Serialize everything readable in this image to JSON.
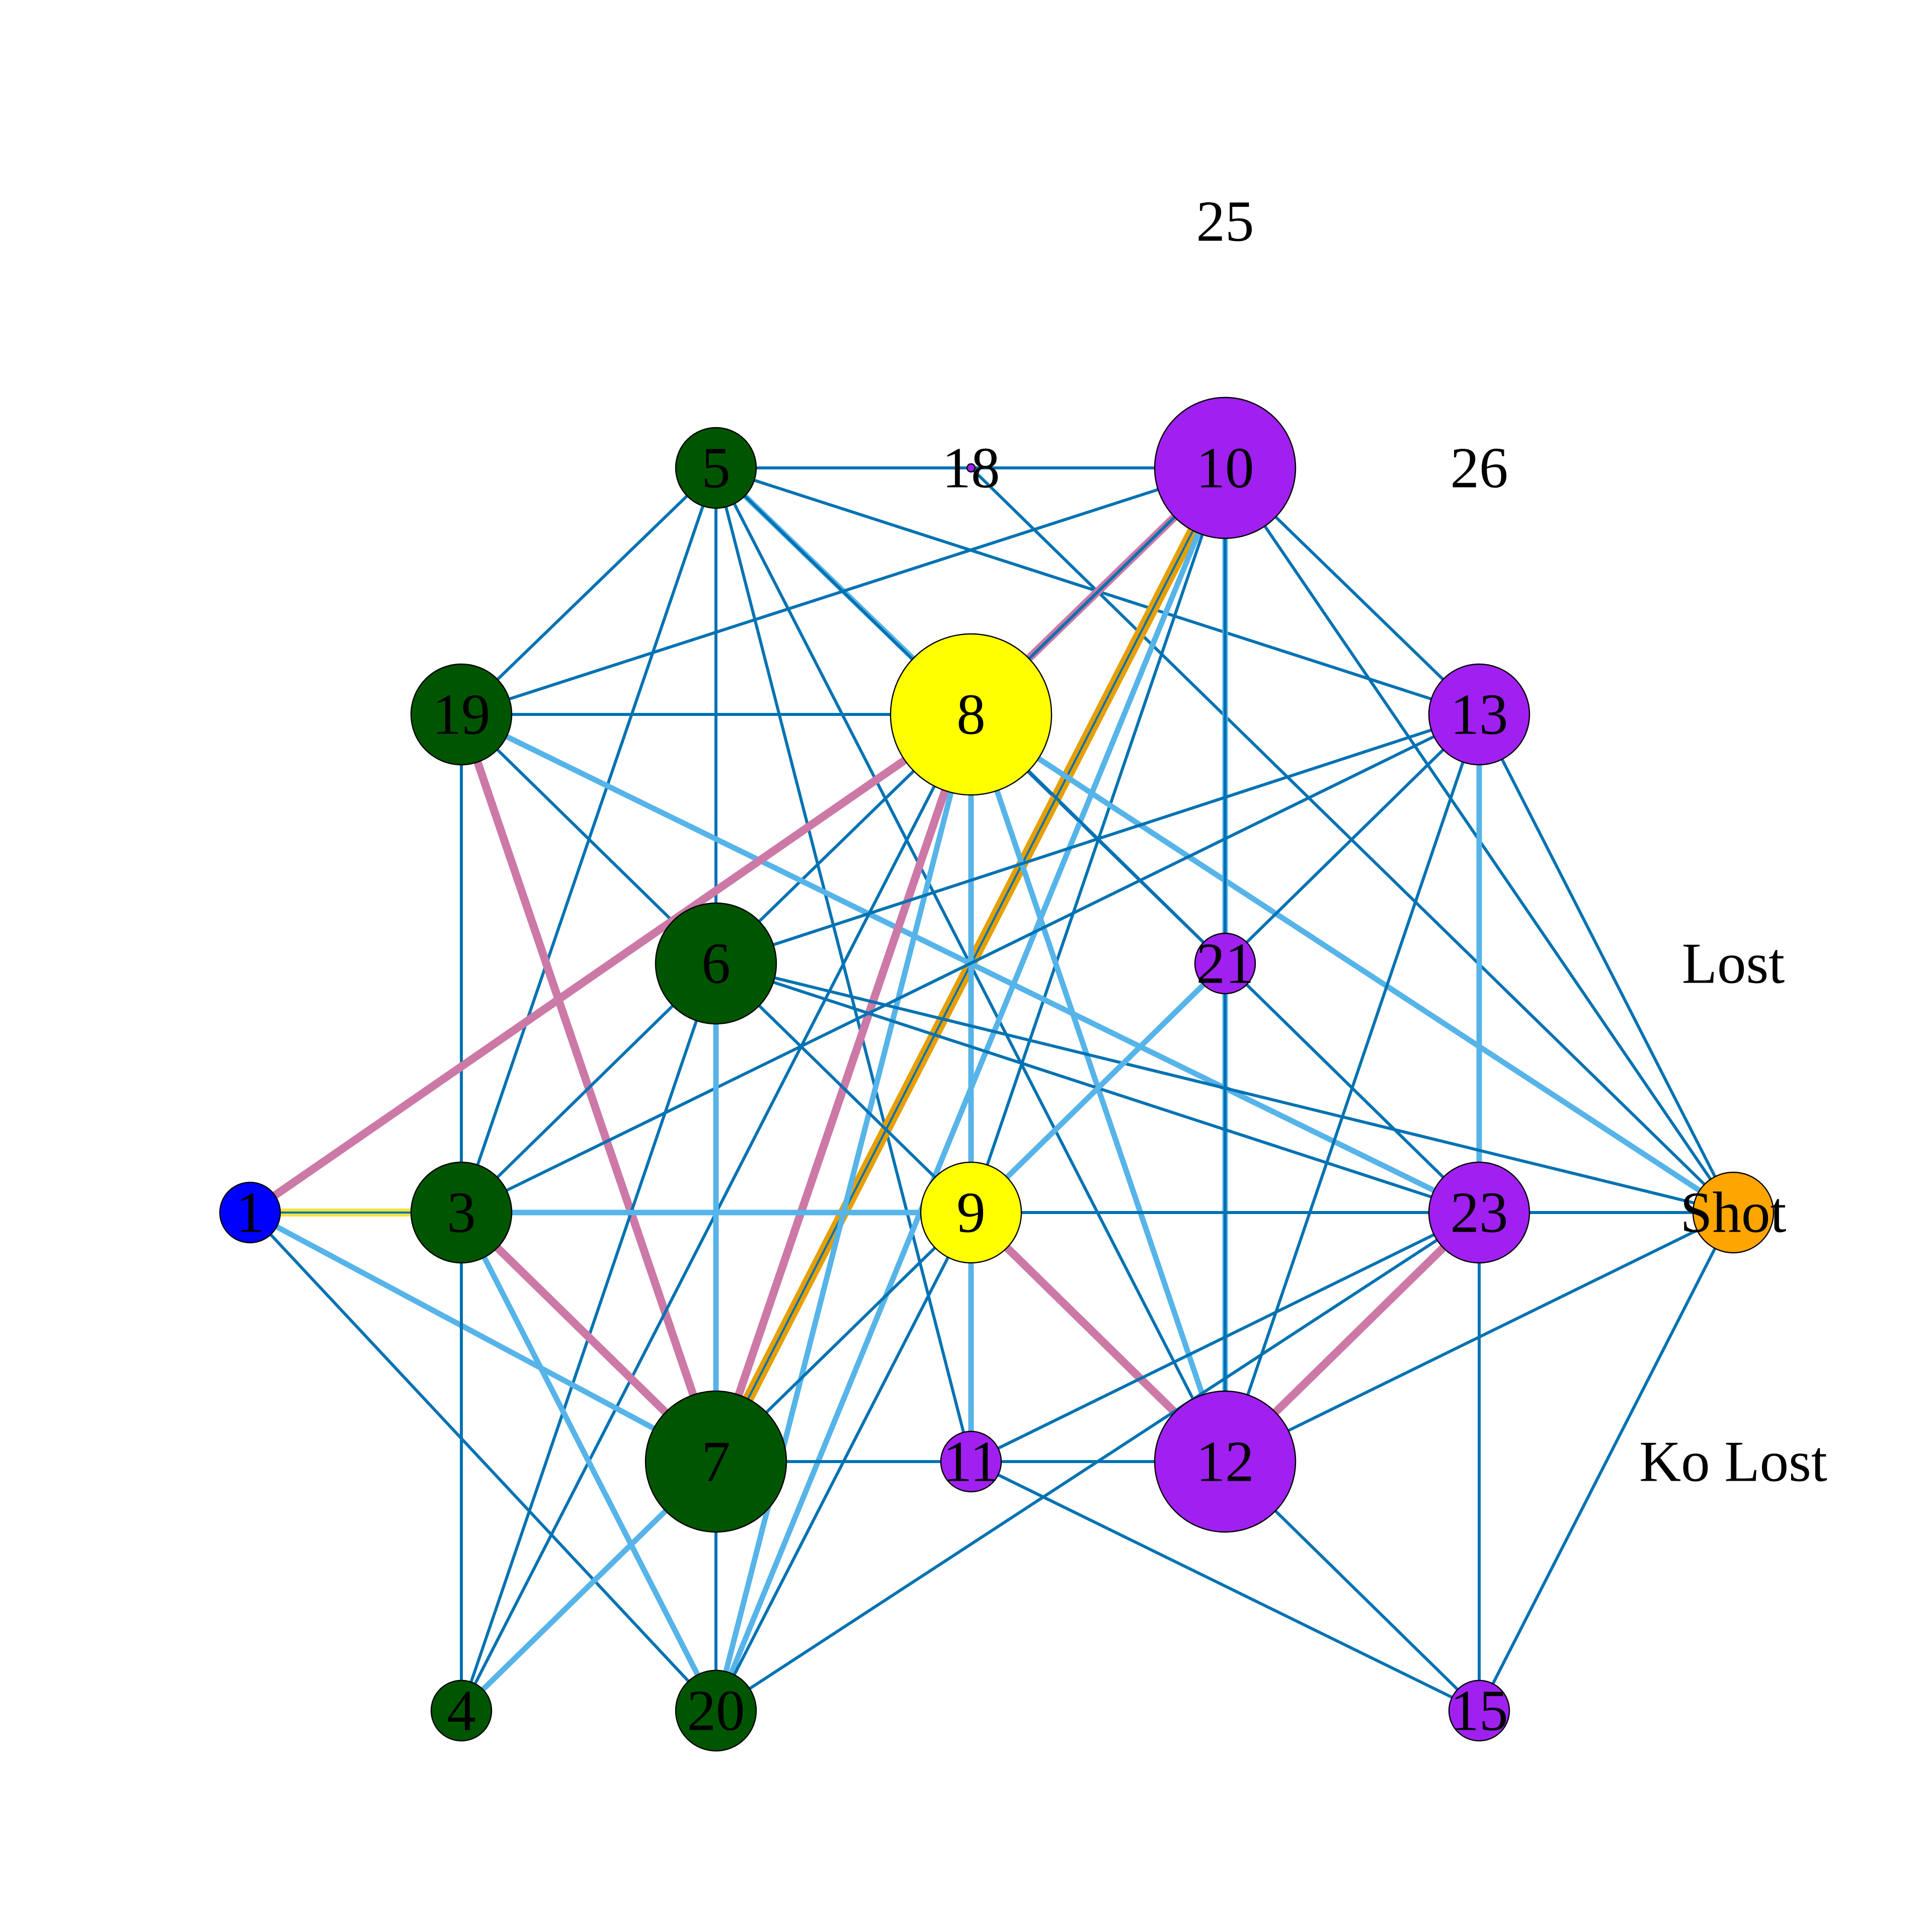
{
  "colors": {
    "green": "#005500",
    "purple": "#a020f0",
    "yellow": "#ffff00",
    "blue": "#0000ff",
    "orange": "#ffa500",
    "edge_dark": "#0072b2",
    "edge_light": "#56b4e9",
    "edge_pink": "#cc79a7",
    "edge_orange": "#e69f00",
    "edge_yellow": "#f0e442"
  },
  "nodes": [
    {
      "id": "1",
      "label": "1",
      "color": "blue",
      "size": 1
    },
    {
      "id": "3",
      "label": "3",
      "color": "green",
      "size": 3
    },
    {
      "id": "4",
      "label": "4",
      "color": "green",
      "size": 1
    },
    {
      "id": "5",
      "label": "5",
      "color": "green",
      "size": 2
    },
    {
      "id": "6",
      "label": "6",
      "color": "green",
      "size": 4
    },
    {
      "id": "7",
      "label": "7",
      "color": "green",
      "size": 5
    },
    {
      "id": "19",
      "label": "19",
      "color": "green",
      "size": 3
    },
    {
      "id": "20",
      "label": "20",
      "color": "green",
      "size": 2
    },
    {
      "id": "8",
      "label": "8",
      "color": "yellow",
      "size": 6
    },
    {
      "id": "9",
      "label": "9",
      "color": "yellow",
      "size": 3
    },
    {
      "id": "10",
      "label": "10",
      "color": "purple",
      "size": 5
    },
    {
      "id": "11",
      "label": "11",
      "color": "purple",
      "size": 1
    },
    {
      "id": "12",
      "label": "12",
      "color": "purple",
      "size": 5
    },
    {
      "id": "13",
      "label": "13",
      "color": "purple",
      "size": 3
    },
    {
      "id": "15",
      "label": "15",
      "color": "purple",
      "size": 1
    },
    {
      "id": "18",
      "label": "18",
      "color": "purple",
      "size": 0.1
    },
    {
      "id": "21",
      "label": "21",
      "color": "purple",
      "size": 1
    },
    {
      "id": "23",
      "label": "23",
      "color": "purple",
      "size": 3
    },
    {
      "id": "25",
      "label": "25",
      "color": null,
      "size": 0
    },
    {
      "id": "26",
      "label": "26",
      "color": null,
      "size": 0
    },
    {
      "id": "Lost",
      "label": "Lost",
      "color": null,
      "size": 0
    },
    {
      "id": "Shot",
      "label": "Shot",
      "color": "orange",
      "size": 2
    },
    {
      "id": "KoLost",
      "label": "Ko Lost",
      "color": null,
      "size": 0
    }
  ],
  "edges": [
    {
      "source": "5",
      "target": "10",
      "style": "dark",
      "weight": 1
    },
    {
      "source": "5",
      "target": "19",
      "style": "dark",
      "weight": 1
    },
    {
      "source": "5",
      "target": "3",
      "style": "dark",
      "weight": 1
    },
    {
      "source": "5",
      "target": "6",
      "style": "dark",
      "weight": 1
    },
    {
      "source": "5",
      "target": "8",
      "style": "light",
      "weight": 2
    },
    {
      "source": "5",
      "target": "13",
      "style": "dark",
      "weight": 1
    },
    {
      "source": "5",
      "target": "21",
      "style": "dark",
      "weight": 1
    },
    {
      "source": "5",
      "target": "11",
      "style": "dark",
      "weight": 1
    },
    {
      "source": "5",
      "target": "12",
      "style": "dark",
      "weight": 1
    },
    {
      "source": "5",
      "target": "20",
      "style": "dark",
      "weight": 1
    },
    {
      "source": "18",
      "target": "Shot",
      "style": "dark",
      "weight": 1
    },
    {
      "source": "10",
      "target": "19",
      "style": "dark",
      "weight": 1
    },
    {
      "source": "10",
      "target": "8",
      "style": "pink",
      "weight": 3
    },
    {
      "source": "10",
      "target": "13",
      "style": "dark",
      "weight": 1
    },
    {
      "source": "10",
      "target": "12",
      "style": "light",
      "weight": 2
    },
    {
      "source": "10",
      "target": "7",
      "style": "orange",
      "weight": 4
    },
    {
      "source": "10",
      "target": "9",
      "style": "dark",
      "weight": 1
    },
    {
      "source": "10",
      "target": "20",
      "style": "light",
      "weight": 2
    },
    {
      "source": "10",
      "target": "6",
      "style": "dark",
      "weight": 1
    },
    {
      "source": "10",
      "target": "Shot",
      "style": "dark",
      "weight": 1
    },
    {
      "source": "19",
      "target": "8",
      "style": "dark",
      "weight": 1
    },
    {
      "source": "19",
      "target": "3",
      "style": "dark",
      "weight": 1
    },
    {
      "source": "19",
      "target": "6",
      "style": "dark",
      "weight": 2
    },
    {
      "source": "19",
      "target": "7",
      "style": "pink",
      "weight": 3
    },
    {
      "source": "19",
      "target": "23",
      "style": "light",
      "weight": 2
    },
    {
      "source": "8",
      "target": "1",
      "style": "pink",
      "weight": 3
    },
    {
      "source": "8",
      "target": "7",
      "style": "pink",
      "weight": 3
    },
    {
      "source": "8",
      "target": "9",
      "style": "light",
      "weight": 2
    },
    {
      "source": "8",
      "target": "12",
      "style": "light",
      "weight": 2
    },
    {
      "source": "8",
      "target": "Shot",
      "style": "light",
      "weight": 2
    },
    {
      "source": "8",
      "target": "4",
      "style": "dark",
      "weight": 1
    },
    {
      "source": "8",
      "target": "20",
      "style": "light",
      "weight": 2
    },
    {
      "source": "8",
      "target": "21",
      "style": "dark",
      "weight": 1
    },
    {
      "source": "13",
      "target": "3",
      "style": "dark",
      "weight": 1
    },
    {
      "source": "13",
      "target": "6",
      "style": "dark",
      "weight": 1
    },
    {
      "source": "13",
      "target": "21",
      "style": "dark",
      "weight": 2
    },
    {
      "source": "13",
      "target": "23",
      "style": "light",
      "weight": 2
    },
    {
      "source": "13",
      "target": "12",
      "style": "dark",
      "weight": 1
    },
    {
      "source": "13",
      "target": "Shot",
      "style": "dark",
      "weight": 1
    },
    {
      "source": "6",
      "target": "3",
      "style": "dark",
      "weight": 1
    },
    {
      "source": "6",
      "target": "7",
      "style": "light",
      "weight": 2
    },
    {
      "source": "6",
      "target": "9",
      "style": "dark",
      "weight": 2
    },
    {
      "source": "6",
      "target": "23",
      "style": "dark",
      "weight": 1
    },
    {
      "source": "6",
      "target": "Shot",
      "style": "dark",
      "weight": 1
    },
    {
      "source": "6",
      "target": "4",
      "style": "dark",
      "weight": 1
    },
    {
      "source": "21",
      "target": "9",
      "style": "light",
      "weight": 2
    },
    {
      "source": "21",
      "target": "12",
      "style": "dark",
      "weight": 2
    },
    {
      "source": "21",
      "target": "23",
      "style": "dark",
      "weight": 1
    },
    {
      "source": "1",
      "target": "3",
      "style": "yellow",
      "weight": 3
    },
    {
      "source": "1",
      "target": "7",
      "style": "light",
      "weight": 2
    },
    {
      "source": "1",
      "target": "20",
      "style": "dark",
      "weight": 1
    },
    {
      "source": "3",
      "target": "9",
      "style": "light",
      "weight": 2
    },
    {
      "source": "3",
      "target": "7",
      "style": "pink",
      "weight": 3
    },
    {
      "source": "3",
      "target": "20",
      "style": "light",
      "weight": 2
    },
    {
      "source": "3",
      "target": "4",
      "style": "dark",
      "weight": 1
    },
    {
      "source": "9",
      "target": "23",
      "style": "dark",
      "weight": 2
    },
    {
      "source": "9",
      "target": "12",
      "style": "pink",
      "weight": 2
    },
    {
      "source": "9",
      "target": "11",
      "style": "light",
      "weight": 2
    },
    {
      "source": "9",
      "target": "20",
      "style": "dark",
      "weight": 1
    },
    {
      "source": "23",
      "target": "Shot",
      "style": "dark",
      "weight": 1
    },
    {
      "source": "23",
      "target": "12",
      "style": "pink",
      "weight": 3
    },
    {
      "source": "23",
      "target": "15",
      "style": "dark",
      "weight": 1
    },
    {
      "source": "23",
      "target": "11",
      "style": "dark",
      "weight": 1
    },
    {
      "source": "23",
      "target": "20",
      "style": "dark",
      "weight": 1
    },
    {
      "source": "Shot",
      "target": "12",
      "style": "dark",
      "weight": 1
    },
    {
      "source": "Shot",
      "target": "15",
      "style": "dark",
      "weight": 1
    },
    {
      "source": "7",
      "target": "11",
      "style": "dark",
      "weight": 1
    },
    {
      "source": "7",
      "target": "4",
      "style": "light",
      "weight": 2
    },
    {
      "source": "7",
      "target": "20",
      "style": "dark",
      "weight": 1
    },
    {
      "source": "7",
      "target": "9",
      "style": "dark",
      "weight": 1
    },
    {
      "source": "11",
      "target": "12",
      "style": "dark",
      "weight": 1
    },
    {
      "source": "11",
      "target": "15",
      "style": "dark",
      "weight": 1
    },
    {
      "source": "12",
      "target": "15",
      "style": "dark",
      "weight": 1
    },
    {
      "source": "12",
      "target": "10",
      "style": "dark",
      "weight": 1
    }
  ]
}
